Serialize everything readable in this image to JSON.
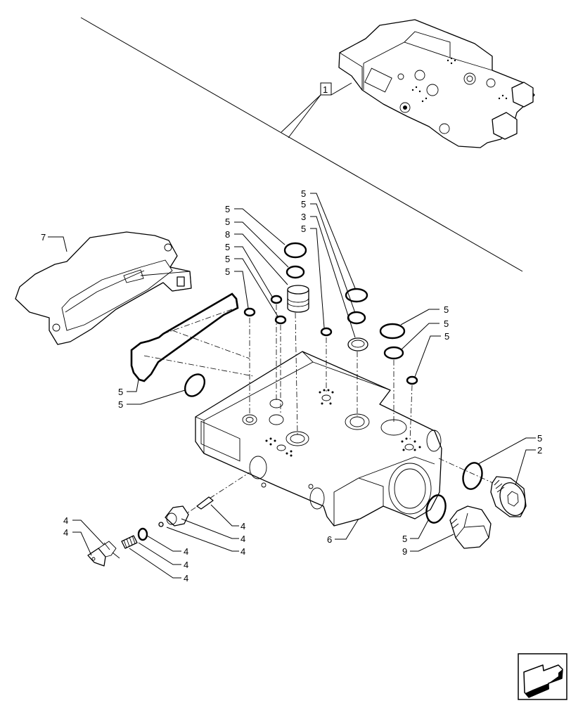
{
  "reference_box": {
    "label": "1"
  },
  "part_labels": {
    "p7": "7",
    "p5_a": "5",
    "p5_b": "5",
    "p5_c": "5",
    "p5_d": "5",
    "p5_e": "5",
    "p5_f": "5",
    "p5_g": "5",
    "p5_h": "5",
    "p5_i": "5",
    "p5_j": "5",
    "p5_k": "5",
    "p5_l": "5",
    "p5_m": "5",
    "p5_n": "5",
    "p5_o": "5",
    "p8": "8",
    "p3": "3",
    "p2": "2",
    "p6": "6",
    "p9": "9",
    "p4_a": "4",
    "p4_b": "4",
    "p4_c": "4",
    "p4_d": "4",
    "p4_e": "4",
    "p4_f": "4",
    "p4_g": "4",
    "p4_h": "4"
  },
  "icons": {
    "nav": "next-page-arrow-icon"
  }
}
